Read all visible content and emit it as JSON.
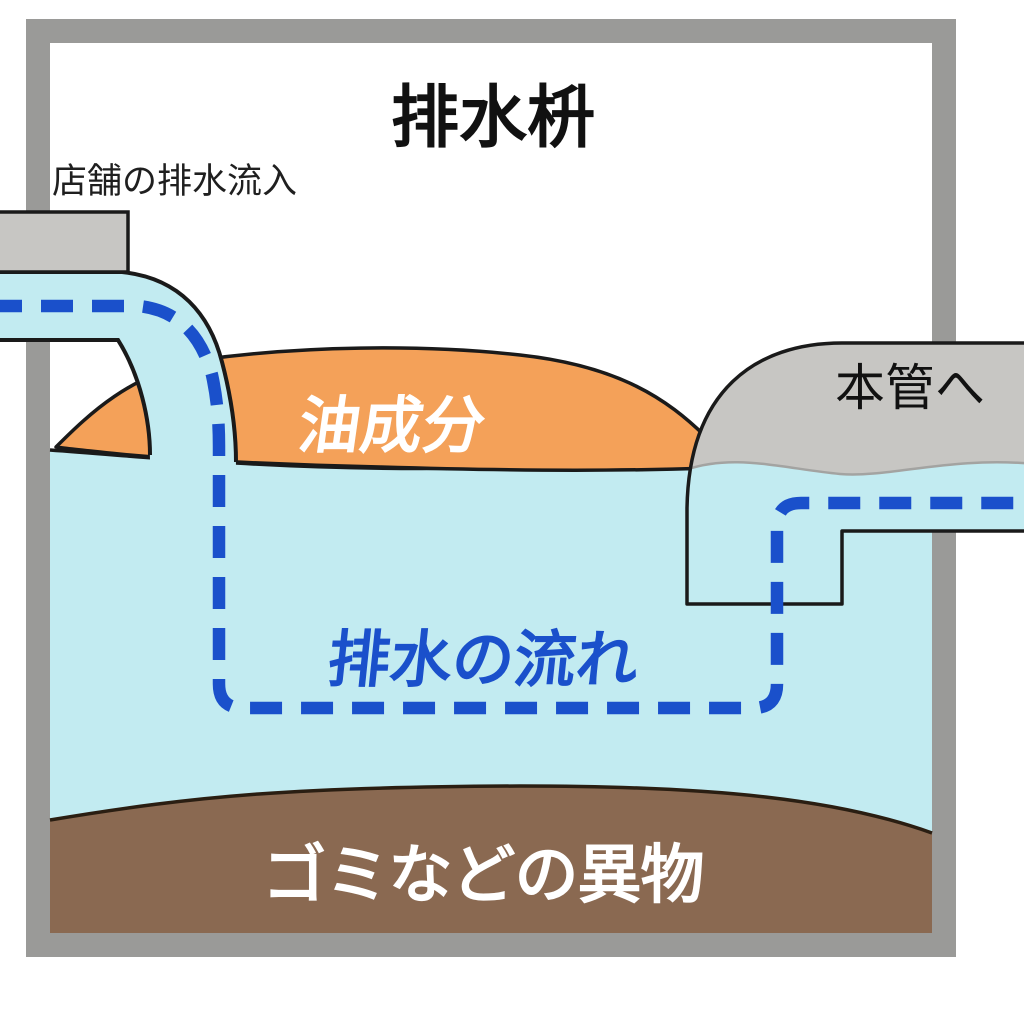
{
  "diagram": {
    "title": "排水枡",
    "labels": {
      "inflow": "店舗の排水流入",
      "oil": "油成分",
      "flow": "排水の流れ",
      "debris": "ゴミなどの異物",
      "outlet": "本管へ"
    },
    "colors": {
      "wall": "#9A9A98",
      "pipe_gray": "#C7C6C3",
      "water": "#C2EBF1",
      "oil": "#F4A159",
      "debris": "#8A6951",
      "flow_line": "#1A50CB",
      "outline": "#1A1A1A",
      "oil_label": "#FFFFFF",
      "debris_label": "#FFFFFF",
      "title_color": "#111111",
      "trap_waterline": "#A3A3A1"
    }
  }
}
